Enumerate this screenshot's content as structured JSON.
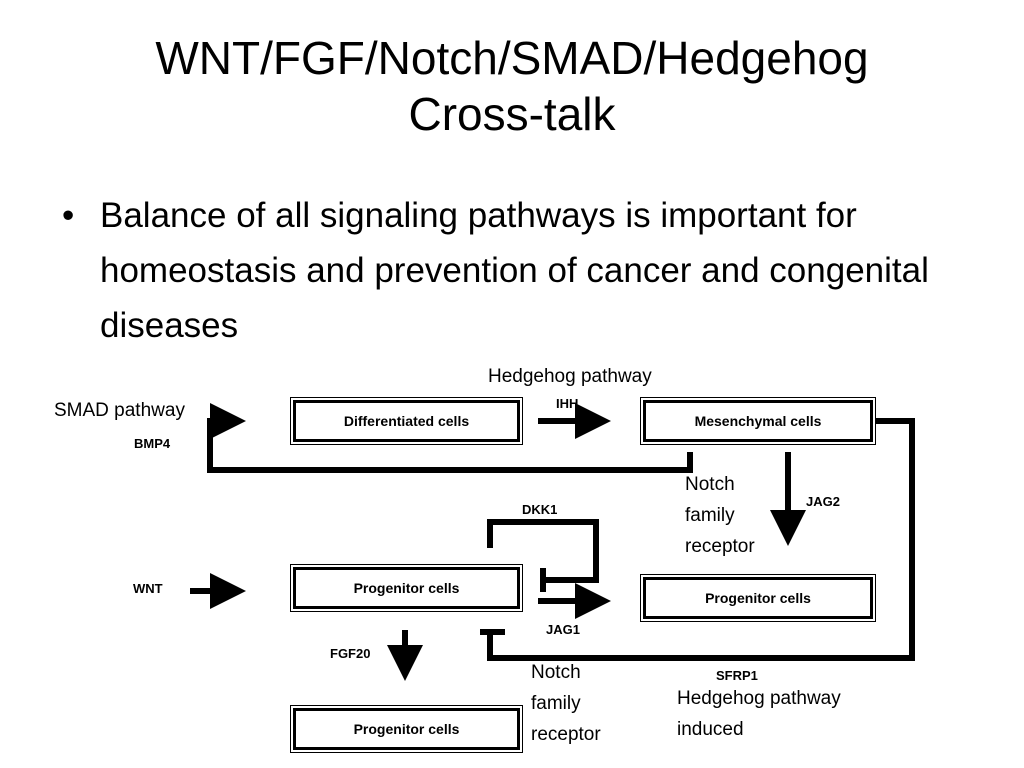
{
  "title": {
    "line1": "WNT/FGF/Notch/SMAD/Hedgehog",
    "line2": "Cross-talk"
  },
  "bullet": {
    "icon": "bullet-dot",
    "text": "Balance of all signaling pathways is important for homeostasis and prevention of cancer and congenital diseases"
  },
  "diagram": {
    "boxes": {
      "differentiated": "Differentiated  cells",
      "mesenchymal": "Mesenchymal  cells",
      "progenitor_left": "Progenitor  cells",
      "progenitor_right": "Progenitor  cells",
      "progenitor_bottom": "Progenitor  cells"
    },
    "labels": {
      "ihh": "IHH",
      "bmp4": "BMP4",
      "dkk1": "DKK1",
      "jag2": "JAG2",
      "wnt": "WNT",
      "jag1": "JAG1",
      "fgf20": "FGF20",
      "sfrp1": "SFRP1"
    },
    "annotations": {
      "hedgehog_pathway": "Hedgehog pathway",
      "smad_pathway": "SMAD pathway",
      "notch_upper": [
        "Notch",
        "family",
        "receptor"
      ],
      "notch_lower": [
        "Notch",
        "family",
        "receptor"
      ],
      "hedgehog_induced": [
        "Hedgehog pathway",
        "induced"
      ]
    }
  }
}
